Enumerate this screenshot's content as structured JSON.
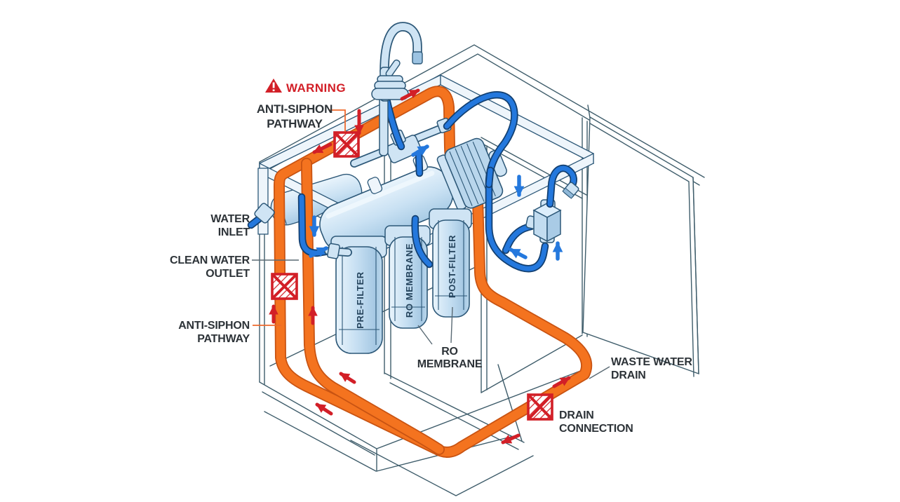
{
  "diagram": {
    "warning": {
      "label": "WARNING"
    },
    "labels": {
      "anti_siphon_top": {
        "line1": "ANTI-SIPHON",
        "line2": "PATHWAY"
      },
      "water_inlet": {
        "line1": "WATER",
        "line2": "INLET"
      },
      "clean_water_outlet": {
        "line1": "CLEAN WATER",
        "line2": "OUTLET"
      },
      "anti_siphon_left": {
        "line1": "ANTI-SIPHON",
        "line2": "PATHWAY"
      },
      "ro_membrane_callout": {
        "line1": "RO",
        "line2": "MEMBRANE"
      },
      "waste_water_drain": {
        "line1": "WASTE WATER",
        "line2": "DRAIN"
      },
      "drain_connection": {
        "line1": "DRAIN",
        "line2": "CONNECTION"
      }
    },
    "filters": {
      "pre": "PRE-FILTER",
      "ro": "RO MEMBRANE",
      "post": "POST-FILTER"
    }
  },
  "colors": {
    "background": "#ffffff",
    "tube_waste": "#f4731f",
    "tube_waste_edge": "#c85312",
    "tube_clean": "#2478dd",
    "tube_clean_edge": "#123f70",
    "component_fill": "#cfe4f4",
    "component_light": "#eef5fb",
    "component_outline": "#2d5878",
    "cabinet_line": "#3f5d6b",
    "warning_red": "#d21f27",
    "label_text": "#2d3338",
    "leader_orange": "#ee6a2d",
    "leader_gray": "#5a6a74"
  }
}
